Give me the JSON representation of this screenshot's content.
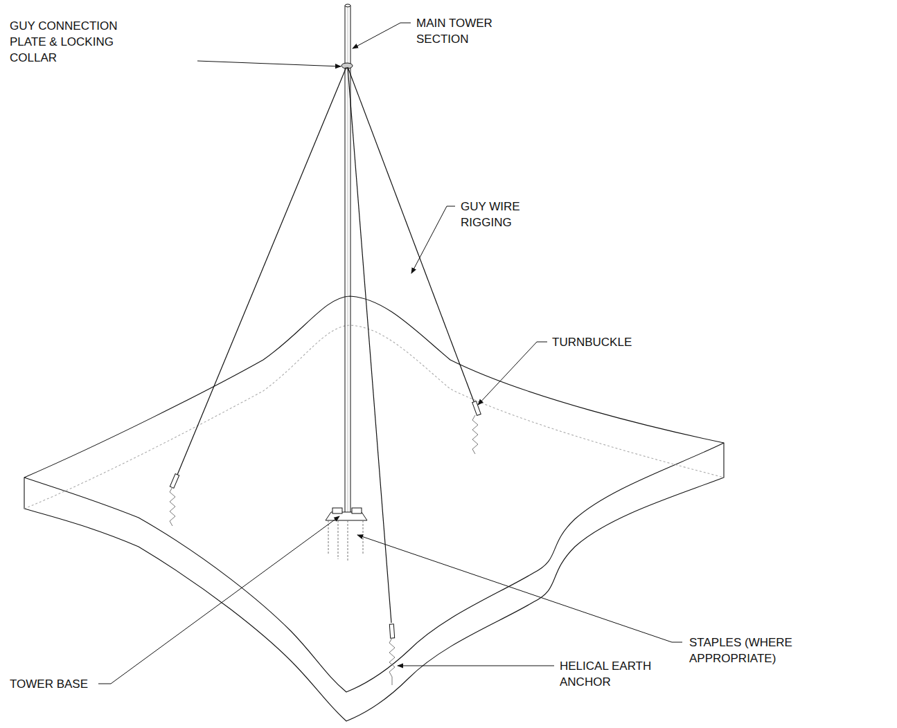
{
  "diagram": {
    "labels": [
      "MAIN TOWER SECTION",
      "GUY CONNECTION PLATE & LOCKING COLLAR",
      "GUY WIRE RIGGING",
      "TURNBUCKLE",
      "STAPLES (WHERE APPROPRIATE)",
      "TOWER BASE",
      "HELICAL EARTH ANCHOR"
    ]
  }
}
